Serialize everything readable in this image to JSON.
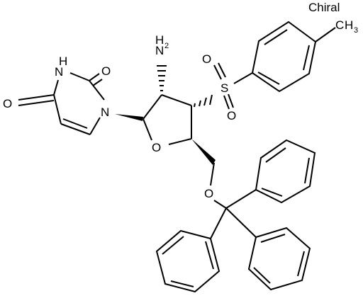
{
  "diagram": {
    "chiral_flag": "Chiral",
    "atom_labels": {
      "uracil_o4": "O",
      "uracil_nh": "N",
      "uracil_nh_h": "H",
      "uracil_o2": "O",
      "uracil_n1": "N",
      "amine_n": "N",
      "amine_h": "H",
      "amine_h_count": "2",
      "sulfonyl_s": "S",
      "sulfonyl_o_top": "O",
      "sulfonyl_o_bottom": "O",
      "ring_o": "O",
      "ether_o": "O",
      "methyl_c": "C",
      "methyl_h": "H",
      "methyl_h_count": "3"
    }
  },
  "colors": {
    "ink": "#000000",
    "background": "#ffffff"
  }
}
